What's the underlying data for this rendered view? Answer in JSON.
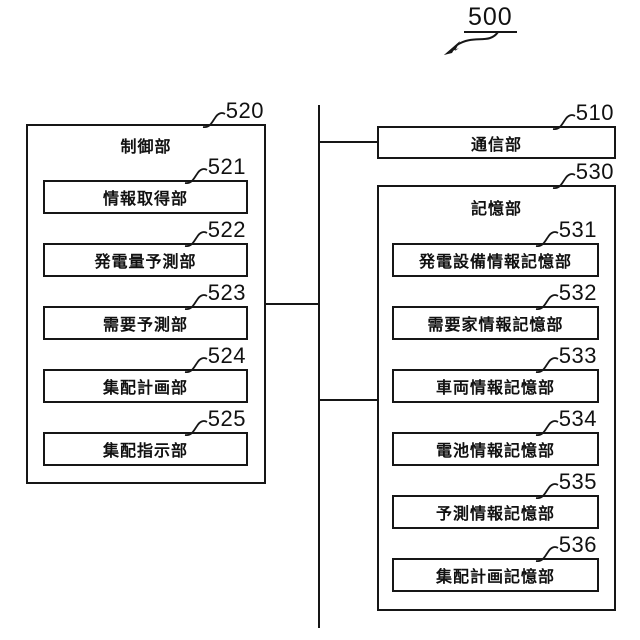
{
  "figure": {
    "number": "500"
  },
  "blocks": {
    "communication": {
      "ref": "510",
      "title": "通信部"
    },
    "control": {
      "ref": "520",
      "title": "制御部",
      "children": [
        {
          "ref": "521",
          "label": "情報取得部"
        },
        {
          "ref": "522",
          "label": "発電量予測部"
        },
        {
          "ref": "523",
          "label": "需要予測部"
        },
        {
          "ref": "524",
          "label": "集配計画部"
        },
        {
          "ref": "525",
          "label": "集配指示部"
        }
      ]
    },
    "storage": {
      "ref": "530",
      "title": "記憶部",
      "children": [
        {
          "ref": "531",
          "label": "発電設備情報記憶部"
        },
        {
          "ref": "532",
          "label": "需要家情報記憶部"
        },
        {
          "ref": "533",
          "label": "車両情報記憶部"
        },
        {
          "ref": "534",
          "label": "電池情報記憶部"
        },
        {
          "ref": "535",
          "label": "予測情報記憶部"
        },
        {
          "ref": "536",
          "label": "集配計画記憶部"
        }
      ]
    }
  },
  "colors": {
    "line": "#161616",
    "background": "#ffffff"
  }
}
